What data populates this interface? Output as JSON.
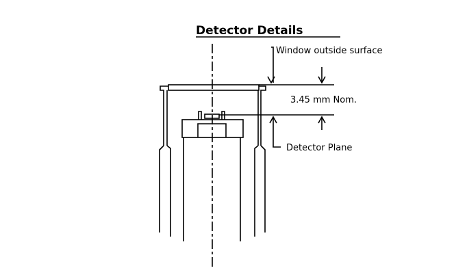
{
  "diagram": {
    "title": "Detector Details",
    "labels": {
      "window": "Window outside surface",
      "dimension": "3.45 mm Nom.",
      "detector_plane": "Detector Plane"
    }
  }
}
